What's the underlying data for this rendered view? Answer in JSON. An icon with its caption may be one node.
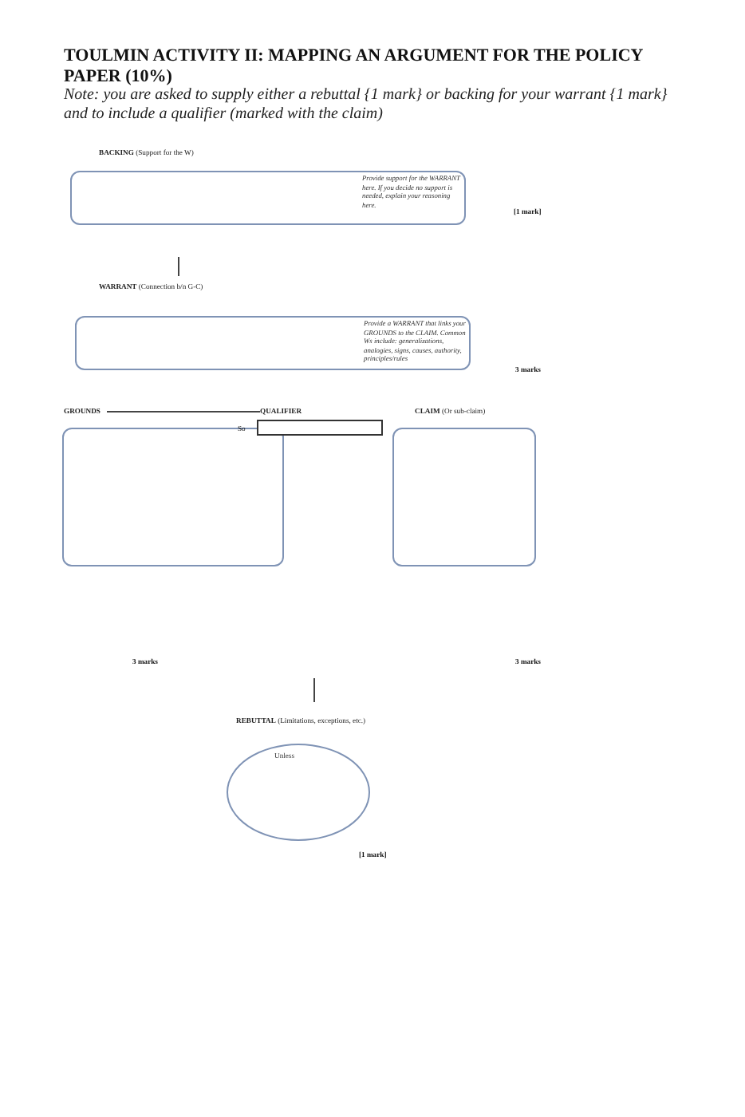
{
  "diagram": {
    "title": "TOULMIN ACTIVITY II: MAPPING AN ARGUMENT FOR THE POLICY PAPER (10%)",
    "caption": "Note: you are asked to supply either a rebuttal {1 mark} or backing for your warrant {1 mark} and to include a qualifier (marked with the claim)",
    "nodes": [
      {
        "text": [
          "**BACKING** (Support for the W)",
          "Provide support for the WARRANT here. If you decide no support is needed, explain your reasoning here."
        ]
      },
      {
        "text": [
          "**WARRANT** (Connection b/n G-C)",
          "Provide a WARRANT that links your GROUNDS to the CLAIM. Common Ws include: generalizations, analogies, signs, causes, authority, principles/rules"
        ]
      },
      {
        "text": [
          "GROUNDS"
        ]
      },
      {
        "text": [
          "QUALIFIER"
        ]
      },
      {
        "text": [
          "**CLAIM** (Or sub-claim)"
        ]
      },
      {
        "text": [
          "**REBUTTAL** (Limitations, exceptions, etc.)",
          "Unless"
        ]
      }
    ],
    "edges": [
      {
        "from": 2,
        "to": 3,
        "arrow": "none"
      }
    ],
    "labels": [
      "[1 mark]",
      "3 marks",
      "So",
      "3 marks",
      "3 marks",
      "[1 mark]"
    ]
  }
}
